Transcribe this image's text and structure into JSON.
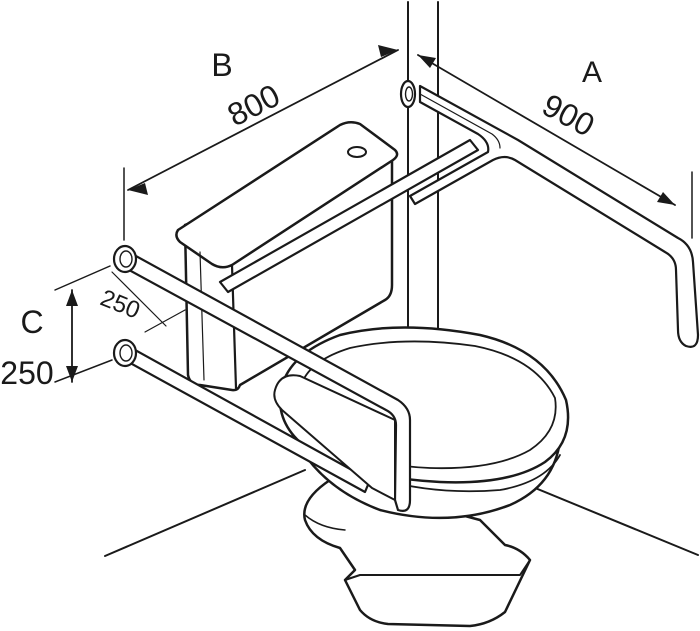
{
  "dimensions": {
    "a_letter": "A",
    "a_value": "900",
    "b_letter": "B",
    "b_value": "800",
    "c_letter": "C",
    "c_value": "250",
    "c_offset": "250"
  },
  "colors": {
    "line": "#1a1a1a",
    "background": "#ffffff"
  }
}
